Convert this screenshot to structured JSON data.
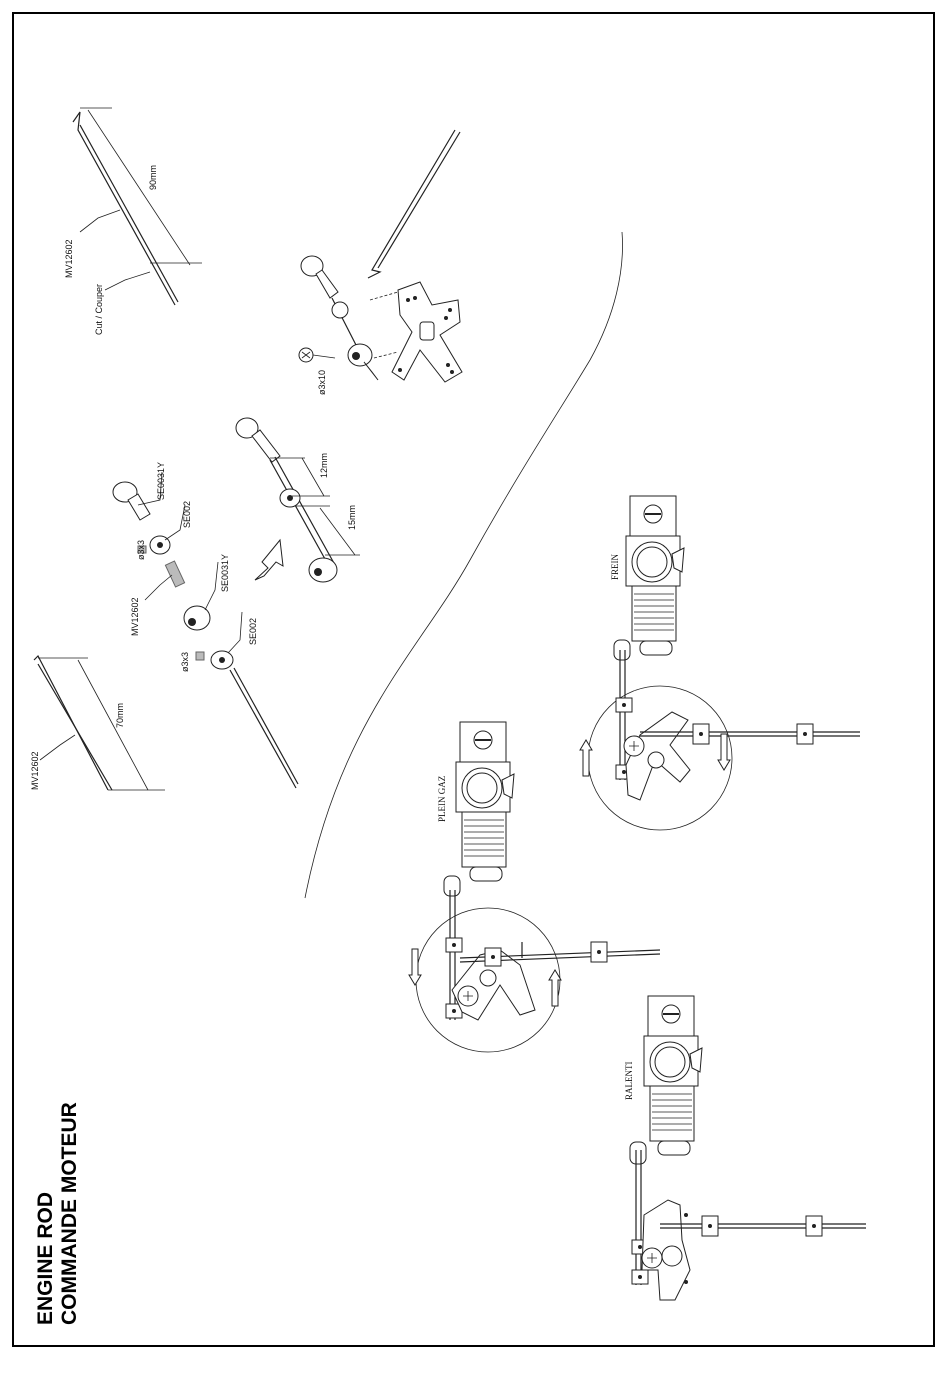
{
  "title": {
    "line1": "ENGINE ROD",
    "line2": "COMMANDE MOTEUR"
  },
  "labels": {
    "rod_top": "MV12602",
    "cut": "Cut / Couper",
    "len_90": "90mm",
    "len_70": "70mm",
    "rod_bottom": "MV12602",
    "rod_middle": "MV12602",
    "se0031y_top": "SE0031Y",
    "se002_top": "SE002",
    "se0031y_mid": "SE0031Y",
    "se002_mid": "SE002",
    "screw_top": "ø3x3",
    "screw_bottom": "ø3x3",
    "len_12": "12mm",
    "len_15": "15mm",
    "screw_horn": "ø3x10",
    "state_brake": "FREIN",
    "state_full": "PLEIN GAZ",
    "state_idle": "RALENTI"
  },
  "colors": {
    "line": "#222222",
    "border": "#000000"
  }
}
